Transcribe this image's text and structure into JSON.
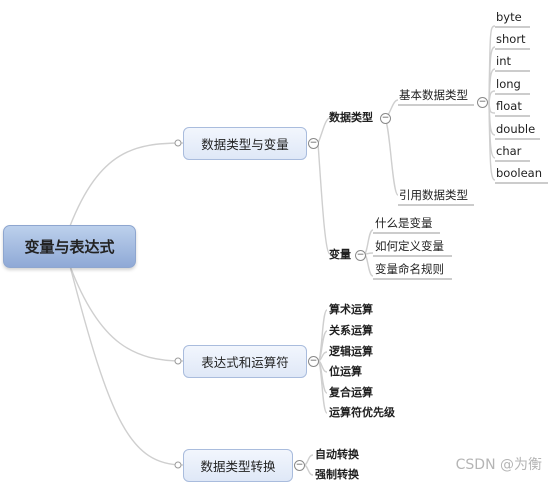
{
  "root": {
    "label": "变量与表达式"
  },
  "branches": {
    "types_vars": {
      "label": "数据类型与变量",
      "data_types": {
        "label": "数据类型",
        "basic": {
          "label": "基本数据类型",
          "items": [
            "byte",
            "short",
            "int",
            "long",
            "float",
            "double",
            "char",
            "boolean"
          ]
        },
        "reference": {
          "label": "引用数据类型"
        }
      },
      "variables": {
        "label": "变量",
        "items": [
          "什么是变量",
          "如何定义变量",
          "变量命名规则"
        ]
      }
    },
    "expressions": {
      "label": "表达式和运算符",
      "items": [
        "算术运算",
        "关系运算",
        "逻辑运算",
        "位运算",
        "复合运算",
        "运算符优先级"
      ]
    },
    "conversion": {
      "label": "数据类型转换",
      "items": [
        "自动转换",
        "强制转换"
      ]
    }
  },
  "collapse_symbol": "−",
  "watermark": "CSDN @为衡",
  "colors": {
    "line": "#cfcfcf",
    "root_fill": "#a7bde3",
    "main_fill": "#e8eef9",
    "main_border": "#a9bcdd"
  }
}
